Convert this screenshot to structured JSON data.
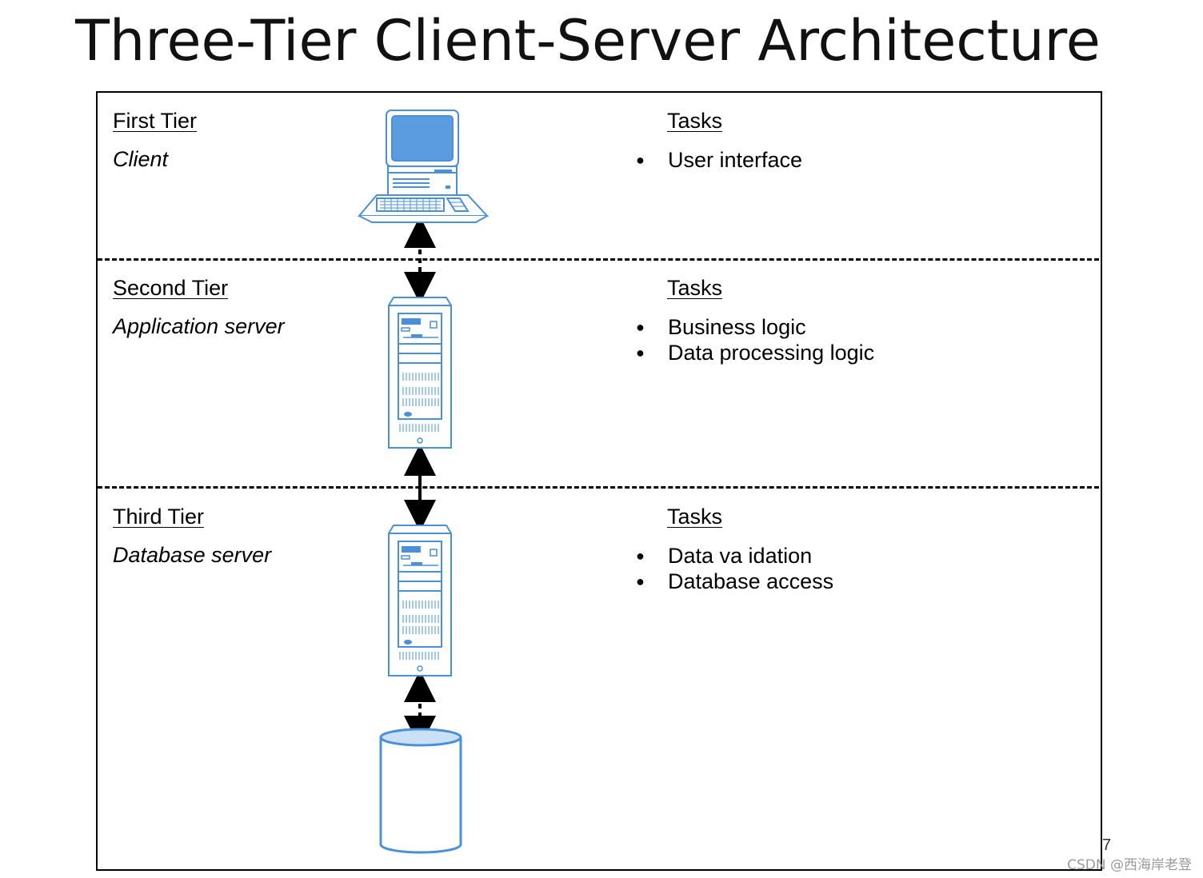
{
  "title": "Three-Tier Client-Server Architecture",
  "tiers": [
    {
      "heading": "First Tier",
      "subtitle": "Client",
      "icon": "computer-icon",
      "tasks_heading": "Tasks",
      "tasks": [
        "User interface"
      ]
    },
    {
      "heading": "Second Tier",
      "subtitle": "Application server",
      "icon": "server-icon",
      "tasks_heading": "Tasks",
      "tasks": [
        "Business logic",
        "Data processing logic"
      ]
    },
    {
      "heading": "Third Tier",
      "subtitle": "Database server",
      "icon": "server-icon",
      "tasks_heading": "Tasks",
      "tasks": [
        "Data va idation",
        "Database access"
      ]
    }
  ],
  "database_icon": "database-icon",
  "page_number": "7",
  "watermark": "CSDN @西海岸老登",
  "colors": {
    "icon_stroke": "#4a90d9",
    "icon_fill": "#4a90d9",
    "screen": "#5b9be0",
    "db_top": "#c9e0f5"
  }
}
